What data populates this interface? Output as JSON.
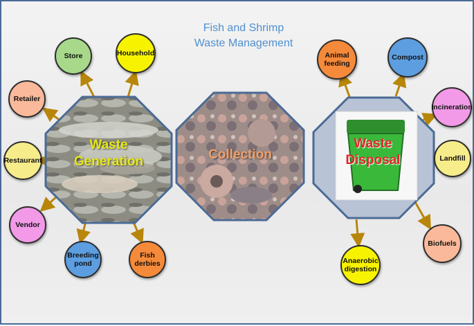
{
  "title": {
    "line1": "Fish and Shrimp",
    "line2": "Waste Management"
  },
  "centers": {
    "generation": {
      "line1": "Waste",
      "line2": "Generation"
    },
    "collection": {
      "label": "Collection"
    },
    "disposal": {
      "line1": "Waste",
      "line2": "Disposal"
    }
  },
  "sources": [
    {
      "label": "Store",
      "color": "#a8d98a"
    },
    {
      "label": "Household",
      "color": "#f7f300"
    },
    {
      "label": "Retailer",
      "color": "#f9b99a"
    },
    {
      "label": "Restaurant",
      "color": "#f7ec8a"
    },
    {
      "label": "Vendor",
      "color": "#f29ae8"
    },
    {
      "label": "Breeding pond",
      "color": "#5c9ee0"
    },
    {
      "label": "Fish derbies",
      "color": "#f58a3a"
    }
  ],
  "disposal_methods": [
    {
      "label": "Animal feeding",
      "color": "#f58a3a"
    },
    {
      "label": "Compost",
      "color": "#5c9ee0"
    },
    {
      "label": "Incineration",
      "color": "#f29ae8"
    },
    {
      "label": "Landfill",
      "color": "#f7ec8a"
    },
    {
      "label": "Biofuels",
      "color": "#f9b99a"
    },
    {
      "label": "Anaerobic digestion",
      "color": "#f7f300"
    }
  ],
  "colors": {
    "title": "#4f8fd0",
    "generation_text": "#e8e81a",
    "collection_text": "#f3a06a",
    "disposal_text": "#e0282b",
    "octagon_border": "#4a6a96",
    "arrow": "#b8860b"
  }
}
